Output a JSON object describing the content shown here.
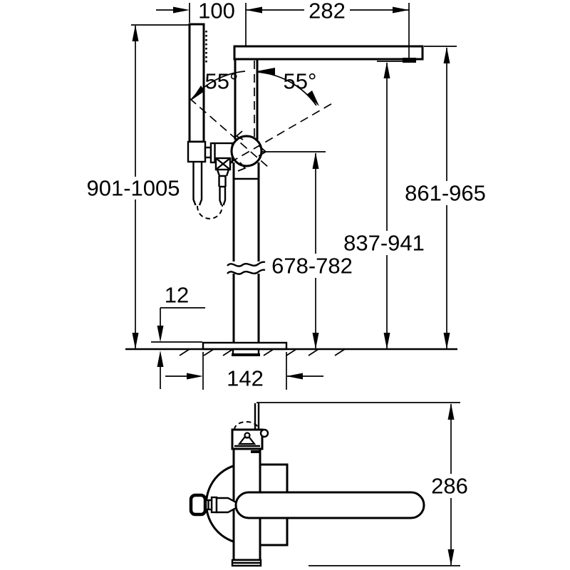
{
  "drawing": {
    "background_color": "#ffffff",
    "line_color": "#000000",
    "views": {
      "front": {
        "dimensions": {
          "hand_shower_offset": "100",
          "spout_reach": "282",
          "swivel_angle_left": "55°",
          "swivel_angle_right": "55°",
          "hand_shower_height_range": "901-1005",
          "spout_top_height_range": "861-965",
          "spout_outlet_height_range": "837-941",
          "lever_height_range": "678-782",
          "base_plate_height": "12",
          "base_plate_width": "142"
        }
      },
      "top": {
        "dimensions": {
          "overall_depth": "286"
        }
      }
    }
  }
}
